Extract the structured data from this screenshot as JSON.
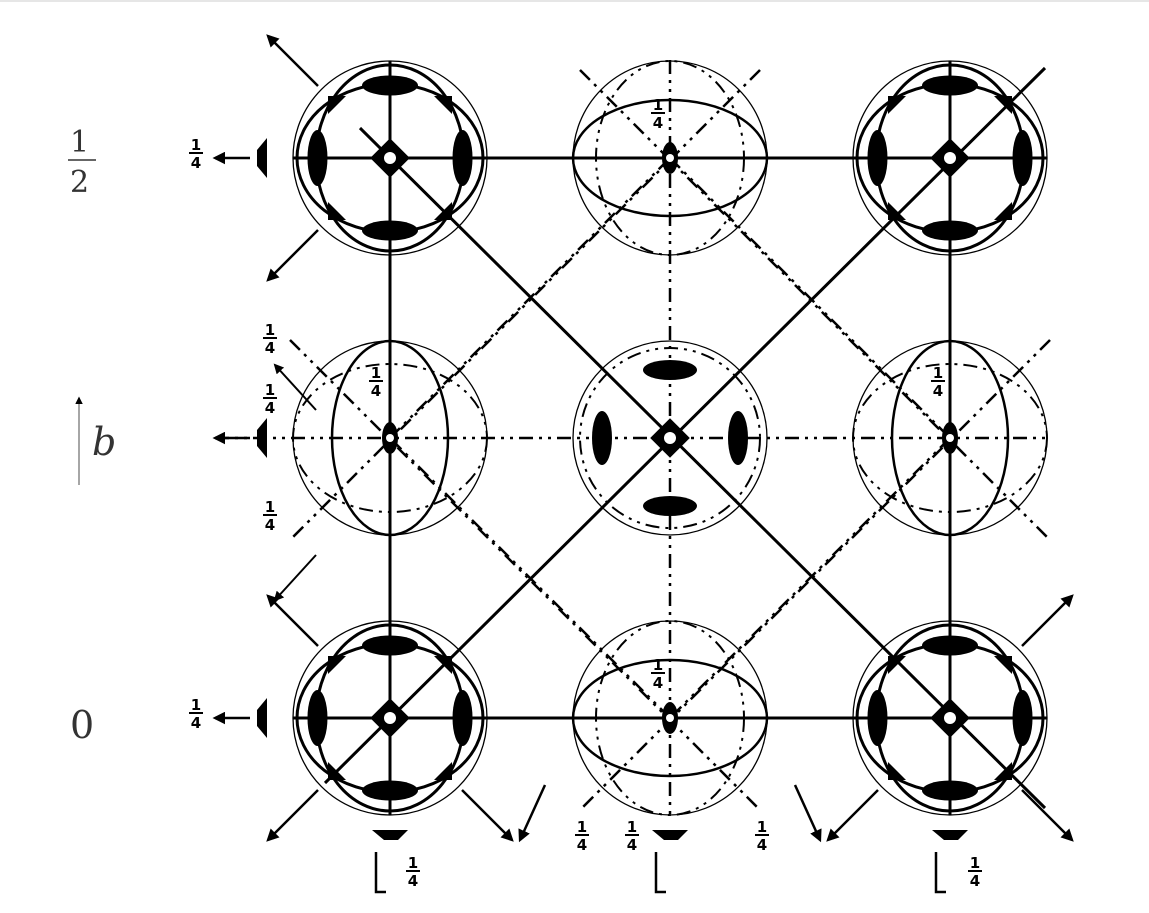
{
  "diagram": {
    "axis_label": "b",
    "row_labels": {
      "half_num": "1",
      "half_den": "2",
      "zero": "0"
    },
    "fraction_num": "1",
    "fraction_den": "4",
    "colors": {
      "ink": "#000000",
      "grey": "#999999",
      "label": "#333333"
    }
  }
}
